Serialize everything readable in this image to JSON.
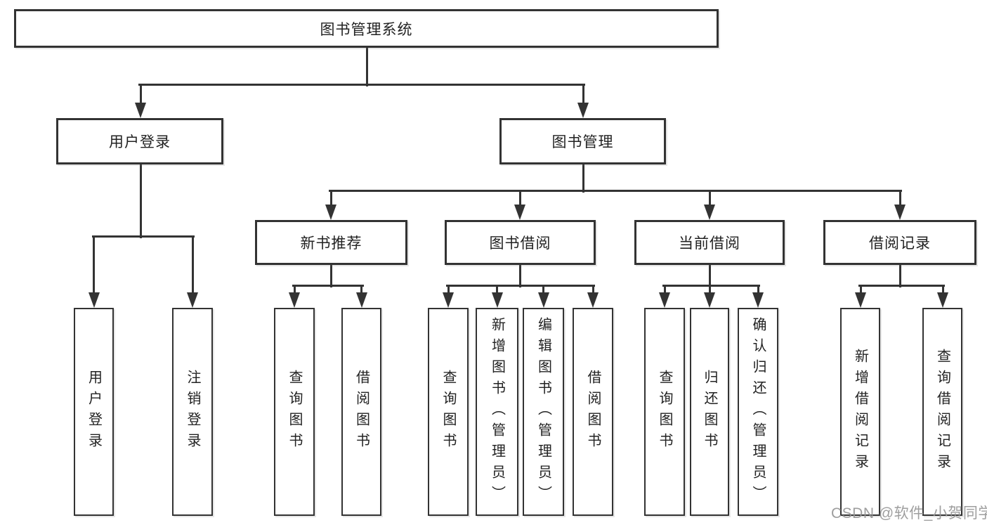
{
  "diagram": {
    "title": "图书管理系统",
    "nodes": {
      "root": {
        "label": "图书管理系统",
        "children": [
          "user_login",
          "book_mgmt"
        ]
      },
      "user_login": {
        "label": "用户登录",
        "children": [
          "leaf_user_login",
          "leaf_logout"
        ]
      },
      "book_mgmt": {
        "label": "图书管理",
        "children": [
          "new_book_rec",
          "book_borrow",
          "current_borrow",
          "borrow_record"
        ]
      },
      "new_book_rec": {
        "label": "新书推荐",
        "children": [
          "leaf_nbr_query",
          "leaf_nbr_borrow"
        ]
      },
      "book_borrow": {
        "label": "图书借阅",
        "children": [
          "leaf_bb_query",
          "leaf_bb_add",
          "leaf_bb_edit",
          "leaf_bb_borrow"
        ]
      },
      "current_borrow": {
        "label": "当前借阅",
        "children": [
          "leaf_cb_query",
          "leaf_cb_return",
          "leaf_cb_confirm"
        ]
      },
      "borrow_record": {
        "label": "借阅记录",
        "children": [
          "leaf_br_add",
          "leaf_br_query"
        ]
      },
      "leaf_user_login": {
        "label": "用户登录"
      },
      "leaf_logout": {
        "label": "注销登录"
      },
      "leaf_nbr_query": {
        "label": "查询图书"
      },
      "leaf_nbr_borrow": {
        "label": "借阅图书"
      },
      "leaf_bb_query": {
        "label": "查询图书"
      },
      "leaf_bb_add": {
        "label": "新增图书（管理员）"
      },
      "leaf_bb_edit": {
        "label": "编辑图书（管理员）"
      },
      "leaf_bb_borrow": {
        "label": "借阅图书"
      },
      "leaf_cb_query": {
        "label": "查询图书"
      },
      "leaf_cb_return": {
        "label": "归还图书"
      },
      "leaf_cb_confirm": {
        "label": "确认归还（管理员）"
      },
      "leaf_br_add": {
        "label": "新增借阅记录"
      },
      "leaf_br_query": {
        "label": "查询借阅记录"
      }
    }
  },
  "watermark": {
    "text": "CSDN @软件_小贺同学"
  },
  "colors": {
    "line": "#333333",
    "box_border": "#333333",
    "text": "#222222",
    "watermark": "#969696",
    "background": "#ffffff"
  }
}
